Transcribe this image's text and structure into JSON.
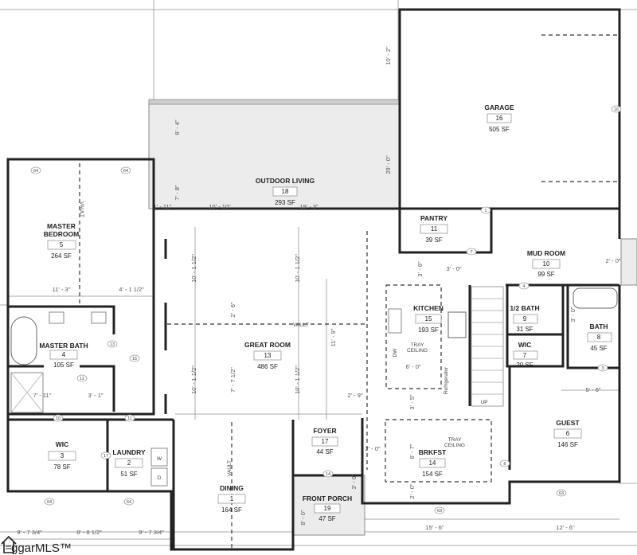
{
  "plan": {
    "rooms": {
      "garage": {
        "name": "GARAGE",
        "number": "16",
        "area": "505 SF"
      },
      "outdoor_living": {
        "name": "OUTDOOR LIVING",
        "number": "18",
        "area": "293 SF"
      },
      "master_bedroom": {
        "name_line1": "MASTER",
        "name_line2": "BEDROOM",
        "number": "5",
        "area": "264 SF"
      },
      "master_bath": {
        "name": "MASTER BATH",
        "number": "4",
        "area": "105 SF"
      },
      "wic_3": {
        "name": "WIC",
        "number": "3",
        "area": "78 SF"
      },
      "laundry": {
        "name": "LAUNDRY",
        "number": "2",
        "area": "51 SF"
      },
      "great_room": {
        "name": "GREAT ROOM",
        "number": "13",
        "area": "486 SF"
      },
      "dining": {
        "name": "DINING",
        "number": "1",
        "area": "164 SF"
      },
      "foyer": {
        "name": "FOYER",
        "number": "17",
        "area": "44 SF"
      },
      "front_porch": {
        "name": "FRONT PORCH",
        "number": "19",
        "area": "47 SF"
      },
      "brkfst": {
        "name": "BRKFST",
        "number": "14",
        "area": "154 SF"
      },
      "kitchen": {
        "name": "KITCHEN",
        "number": "15",
        "area": "193 SF"
      },
      "pantry": {
        "name": "PANTRY",
        "number": "11",
        "area": "39 SF"
      },
      "mud_room": {
        "name": "MUD ROOM",
        "number": "10",
        "area": "99 SF"
      },
      "half_bath": {
        "name": "1/2 BATH",
        "number": "9",
        "area": "31 SF"
      },
      "wic_7": {
        "name": "WIC",
        "number": "7",
        "area": "20 SF"
      },
      "bath": {
        "name": "BATH",
        "number": "8",
        "area": "45 SF"
      },
      "guest": {
        "name": "GUEST",
        "number": "6",
        "area": "146 SF"
      }
    },
    "notes": {
      "vault": "VAULT",
      "tray_ceiling_1": "TRAY",
      "tray_ceiling_2": "CEILING",
      "dw": "DW",
      "refrigerator": "Refrigerator",
      "up": "UP",
      "w": "W",
      "d": "D"
    },
    "dimensions": {
      "d1": "10' - 2\"",
      "d2": "6' - 4\"",
      "d3": "7' - 8\"",
      "d4": "1' - 11\"",
      "d5": "10' - 10\"",
      "d6": "19' - 3\"",
      "d7": "29' - 0\"",
      "d8": "11' - 3\"",
      "d9": "4' - 1 1/2\"",
      "d10": "10' - 1 1/2\"",
      "d11": "10' - 1 1/2\"",
      "d12": "2' - 6\"",
      "d13": "10' - 1 1/2\"",
      "d14": "7' - 7 1/2\"",
      "d15": "10' - 1 1/2\"",
      "d16": "11' - 9\"",
      "d17": "3' - 6\"",
      "d18": "3' - 0\"",
      "d19": "6' - 0\"",
      "d20": "2' - 9\"",
      "d21": "3' - 5\"",
      "d22": "6' - 7\"",
      "d23": "2' - 0\"",
      "d24": "2' - 0\"",
      "d25": "3' - 0\"",
      "d26": "8' - 0\"",
      "d27": "15' - 6\"",
      "d28": "12' - 6\"",
      "d29": "5' - 6\"",
      "d30": "2' - 0\"",
      "d31": "7' - 11\"",
      "d32": "3' - 1\"",
      "d33": "9' - 7 3/4\"",
      "d34": "8' - 8 1/2\"",
      "d35": "9' - 7 3/4\"",
      "d36": "3' - 0\""
    },
    "tags": [
      "64",
      "64",
      "64",
      "64",
      "63",
      "63",
      "1",
      "7",
      "4",
      "3",
      "6",
      "12",
      "13",
      "15",
      "10",
      "11",
      "14",
      "16",
      "17"
    ]
  },
  "watermark": {
    "text": "ggarMLS™"
  }
}
